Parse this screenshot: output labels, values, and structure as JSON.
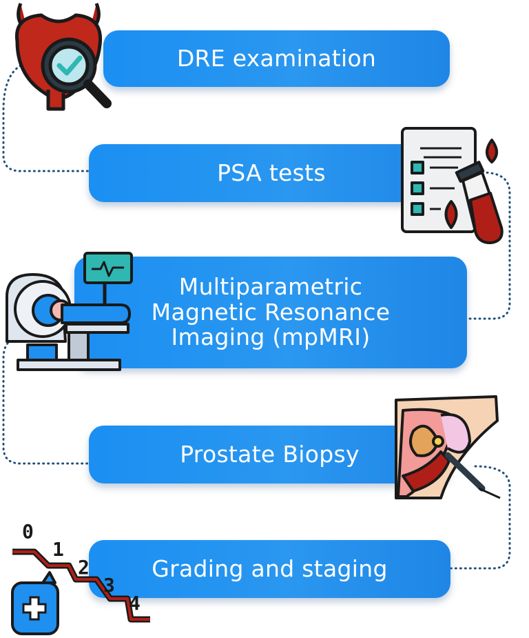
{
  "steps": [
    {
      "label": "DRE examination",
      "icon": "prostate-magnifier-icon"
    },
    {
      "label": "PSA tests",
      "icon": "blood-test-report-icon"
    },
    {
      "label_lines": [
        "Multiparametric",
        "Magnetic Resonance",
        "Imaging (mpMRI)"
      ],
      "icon": "mri-scanner-icon"
    },
    {
      "label": "Prostate Biopsy",
      "icon": "biopsy-needle-icon"
    },
    {
      "label": "Grading and staging",
      "icon": "grading-steps-icon"
    }
  ],
  "grade_numbers": [
    "0",
    "1",
    "2",
    "3",
    "4"
  ],
  "colors": {
    "pill": "#1f8ff0",
    "connector": "#1f4f7a",
    "outline": "#1a1a1a",
    "red": "#b01f17",
    "teal": "#2fb7b2"
  }
}
